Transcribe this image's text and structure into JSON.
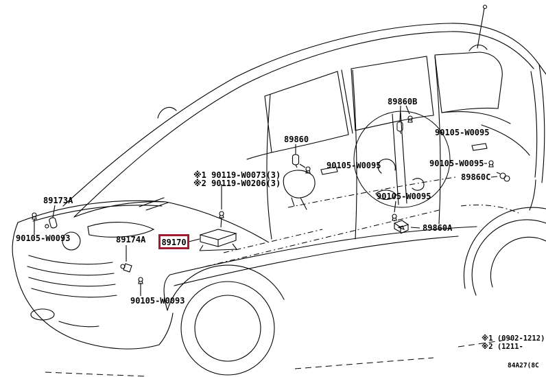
{
  "diagram": {
    "type": "vehicle-parts-diagram",
    "background_color": "#ffffff",
    "line_color": "#000000",
    "highlight_color": "#9e1b32",
    "selected_part": "89170"
  },
  "part_labels": [
    {
      "id": "89860B",
      "text": "89860B"
    },
    {
      "id": "90105-W0095-1",
      "text": "90105-W0095"
    },
    {
      "id": "89860",
      "text": "89860"
    },
    {
      "id": "90105-W0095-2",
      "text": "90105-W0095"
    },
    {
      "id": "90119-W0073",
      "text": "※1 90119-W0073(3)"
    },
    {
      "id": "90119-W0206",
      "text": "※2 90119-W0206(3)"
    },
    {
      "id": "90105-W0095-3",
      "text": "90105-W0095"
    },
    {
      "id": "89860C",
      "text": "89860C"
    },
    {
      "id": "90105-W0095-4",
      "text": "90105-W0095"
    },
    {
      "id": "89860A",
      "text": "89860A"
    },
    {
      "id": "89173A",
      "text": "89173A"
    },
    {
      "id": "90105-W0093-1",
      "text": "90105-W0093"
    },
    {
      "id": "89174A",
      "text": "89174A"
    },
    {
      "id": "89170",
      "text": "89170",
      "highlighted": true
    },
    {
      "id": "90105-W0093-2",
      "text": "90105-W0093"
    }
  ],
  "footnotes": [
    {
      "text": "※1 (0902-1212)"
    },
    {
      "text": "※2 (1211-      )"
    }
  ],
  "page_code": "84A27(8C"
}
